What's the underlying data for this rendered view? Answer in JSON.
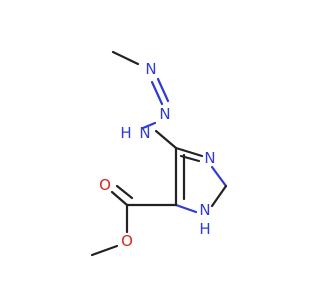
{
  "molecule": {
    "colors": {
      "carbon": "#222222",
      "nitrogen": "#2f3bd6",
      "oxygen": "#e0241b"
    },
    "atoms": {
      "n_triazene_1": "N",
      "n_triazene_2": "N",
      "nh_amino": "H",
      "nh_amino_n": "N",
      "n_ring_3": "N",
      "nh_ring": "N",
      "nh_ring_h": "H",
      "o_carbonyl": "O",
      "o_ester": "O"
    }
  }
}
